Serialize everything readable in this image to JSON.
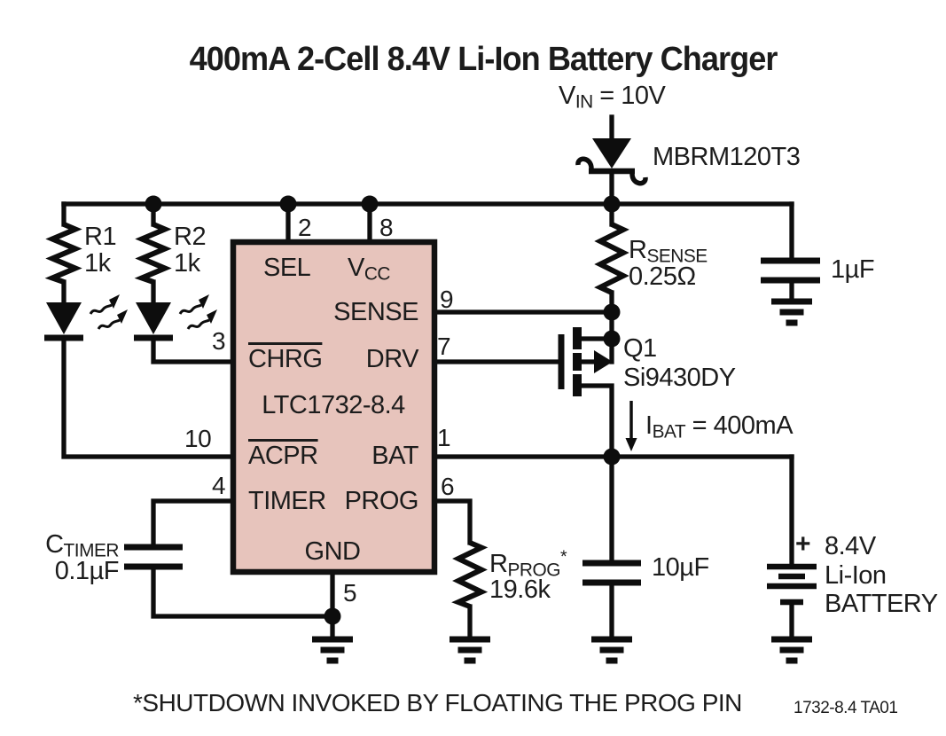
{
  "title": "400mA 2-Cell 8.4V Li-Ion Battery Charger",
  "power": {
    "vin_main": "V",
    "vin_sub": "IN",
    "vin_rest": " = 10V"
  },
  "diode": {
    "part": "MBRM120T3"
  },
  "resistors": {
    "r1": {
      "name": "R1",
      "value": "1k"
    },
    "r2": {
      "name": "R2",
      "value": "1k"
    },
    "rsense": {
      "main": "R",
      "sub": "SENSE",
      "value": "0.25Ω"
    },
    "rprog": {
      "main": "R",
      "sub": "PROG",
      "star": "*",
      "value": "19.6k"
    }
  },
  "capacitors": {
    "c1": {
      "value": "1µF"
    },
    "c10": {
      "value": "10µF"
    },
    "ctimer": {
      "main": "C",
      "sub": "TIMER",
      "value": "0.1µF"
    }
  },
  "mosfet": {
    "ref": "Q1",
    "part": "Si9430DY"
  },
  "current": {
    "main": "I",
    "sub": "BAT",
    "rest": " = 400mA"
  },
  "battery": {
    "plus": "+",
    "voltage": "8.4V",
    "chem": "Li-Ion",
    "label": "BATTERY"
  },
  "ic": {
    "part": "LTC1732-8.4",
    "pins": {
      "sel": "SEL",
      "vcc_main": "V",
      "vcc_sub": "CC",
      "sense": "SENSE",
      "chrg": "CHRG",
      "drv": "DRV",
      "acpr": "ACPR",
      "bat": "BAT",
      "timer": "TIMER",
      "prog": "PROG",
      "gnd": "GND"
    },
    "pin_numbers": {
      "n1": "1",
      "n2": "2",
      "n3": "3",
      "n4": "4",
      "n5": "5",
      "n6": "6",
      "n7": "7",
      "n8": "8",
      "n9": "9",
      "n10": "10"
    }
  },
  "footer": {
    "note": "*SHUTDOWN INVOKED BY FLOATING THE PROG PIN",
    "tag": "1732-8.4 TA01"
  }
}
